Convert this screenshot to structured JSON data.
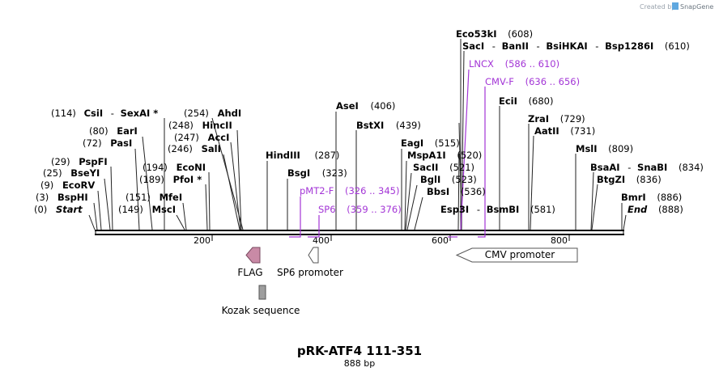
{
  "brand": {
    "created_by": "Created by",
    "name": "SnapGene"
  },
  "title": "pRK-ATF4 111-351",
  "length_label": "888 bp",
  "ticks": [
    {
      "pos": 200,
      "label": "200"
    },
    {
      "pos": 400,
      "label": "400"
    },
    {
      "pos": 600,
      "label": "600"
    },
    {
      "pos": 800,
      "label": "800"
    }
  ],
  "sites_left": [
    {
      "name": "CsiI",
      "pos": "(114)",
      "name2": "SexAI *"
    },
    {
      "name": "EarI",
      "pos": "(80)"
    },
    {
      "name": "PasI",
      "pos": "(72)"
    },
    {
      "name": "PspFI",
      "pos": "(29)"
    },
    {
      "name": "BseYI",
      "pos": "(25)"
    },
    {
      "name": "EcoRV",
      "pos": "(9)"
    },
    {
      "name": "BspHI",
      "pos": "(3)"
    },
    {
      "name": "Start",
      "pos": "(0)"
    }
  ],
  "sites_mid": [
    {
      "name": "AhdI",
      "pos": "(254)"
    },
    {
      "name": "HincII",
      "pos": "(248)"
    },
    {
      "name": "AccI",
      "pos": "(247)"
    },
    {
      "name": "SalI",
      "pos": "(246)"
    },
    {
      "name": "EcoNI",
      "pos": "(194)"
    },
    {
      "name": "PfoI *",
      "pos": "(189)"
    },
    {
      "name": "MfeI",
      "pos": "(151)"
    },
    {
      "name": "MscI",
      "pos": "(149)"
    }
  ],
  "sites_center": [
    {
      "name": "AseI",
      "pos": "(406)"
    },
    {
      "name": "BstXI",
      "pos": "(439)"
    },
    {
      "name": "HindIII",
      "pos": "(287)"
    },
    {
      "name": "BsgI",
      "pos": "(323)"
    }
  ],
  "sites_right": [
    {
      "name": "Eco53kI",
      "pos": "(608)"
    },
    {
      "name": "SacI",
      "name2": "BanII",
      "name3": "BsiHKAI",
      "name4": "Bsp1286I",
      "pos": "(610)"
    },
    {
      "name": "EciI",
      "pos": "(680)"
    },
    {
      "name": "ZraI",
      "pos": "(729)"
    },
    {
      "name": "AatII",
      "pos": "(731)"
    },
    {
      "name": "MslI",
      "pos": "(809)"
    },
    {
      "name": "BsaAI",
      "name2": "SnaBI",
      "pos": "(834)"
    },
    {
      "name": "BtgZI",
      "pos": "(836)"
    },
    {
      "name": "BmrI",
      "pos": "(886)"
    },
    {
      "name": "End",
      "pos": "(888)"
    }
  ],
  "sites_right_mid": [
    {
      "name": "EagI",
      "pos": "(515)"
    },
    {
      "name": "MspA1I",
      "pos": "(520)"
    },
    {
      "name": "SacII",
      "pos": "(521)"
    },
    {
      "name": "BglI",
      "pos": "(523)"
    },
    {
      "name": "BbsI",
      "pos": "(536)"
    },
    {
      "name": "Esp3I",
      "name2": "BsmBI",
      "pos": "(581)"
    }
  ],
  "primers": [
    {
      "name": "LNCX",
      "range": "(586 .. 610)"
    },
    {
      "name": "CMV-F",
      "range": "(636 .. 656)"
    },
    {
      "name": "pMT2-F",
      "range": "(326 .. 345)"
    },
    {
      "name": "SP6",
      "range": "(359 .. 376)"
    }
  ],
  "features": [
    {
      "name": "FLAG",
      "color": "#c98aa6"
    },
    {
      "name": "SP6 promoter",
      "color": "#ffffff"
    },
    {
      "name": "Kozak sequence",
      "color": "#9e9e9e"
    },
    {
      "name": "CMV promoter",
      "color": "#ffffff"
    }
  ]
}
